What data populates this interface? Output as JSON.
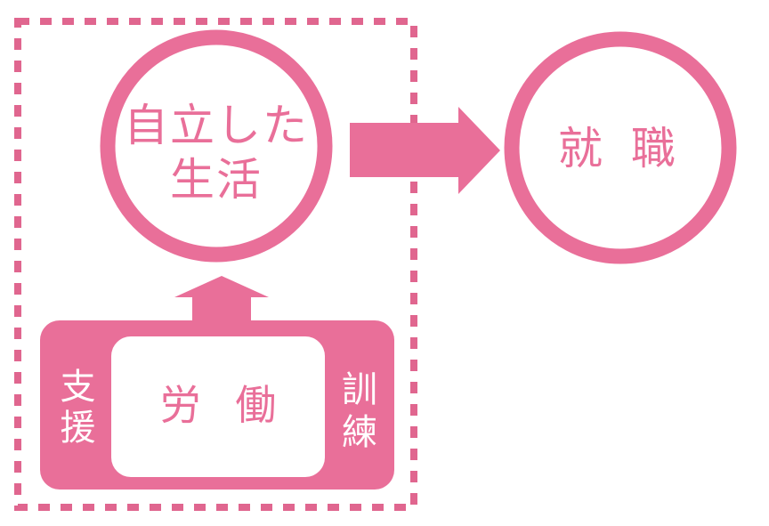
{
  "colors": {
    "accent": "#E96F99",
    "dashed_border": "#E0668F",
    "background": "#FFFFFF",
    "inner_box": "#FFFFFF"
  },
  "left_circle": {
    "line1": "自立した",
    "line2": "生活"
  },
  "right_circle": {
    "label": "就 職"
  },
  "bottom_box": {
    "center_label": "労 働",
    "left_label_line1": "支",
    "left_label_line2": "援",
    "right_label_line1": "訓",
    "right_label_line2": "練"
  },
  "arrows": {
    "horizontal": "right-arrow",
    "vertical": "up-arrow"
  }
}
